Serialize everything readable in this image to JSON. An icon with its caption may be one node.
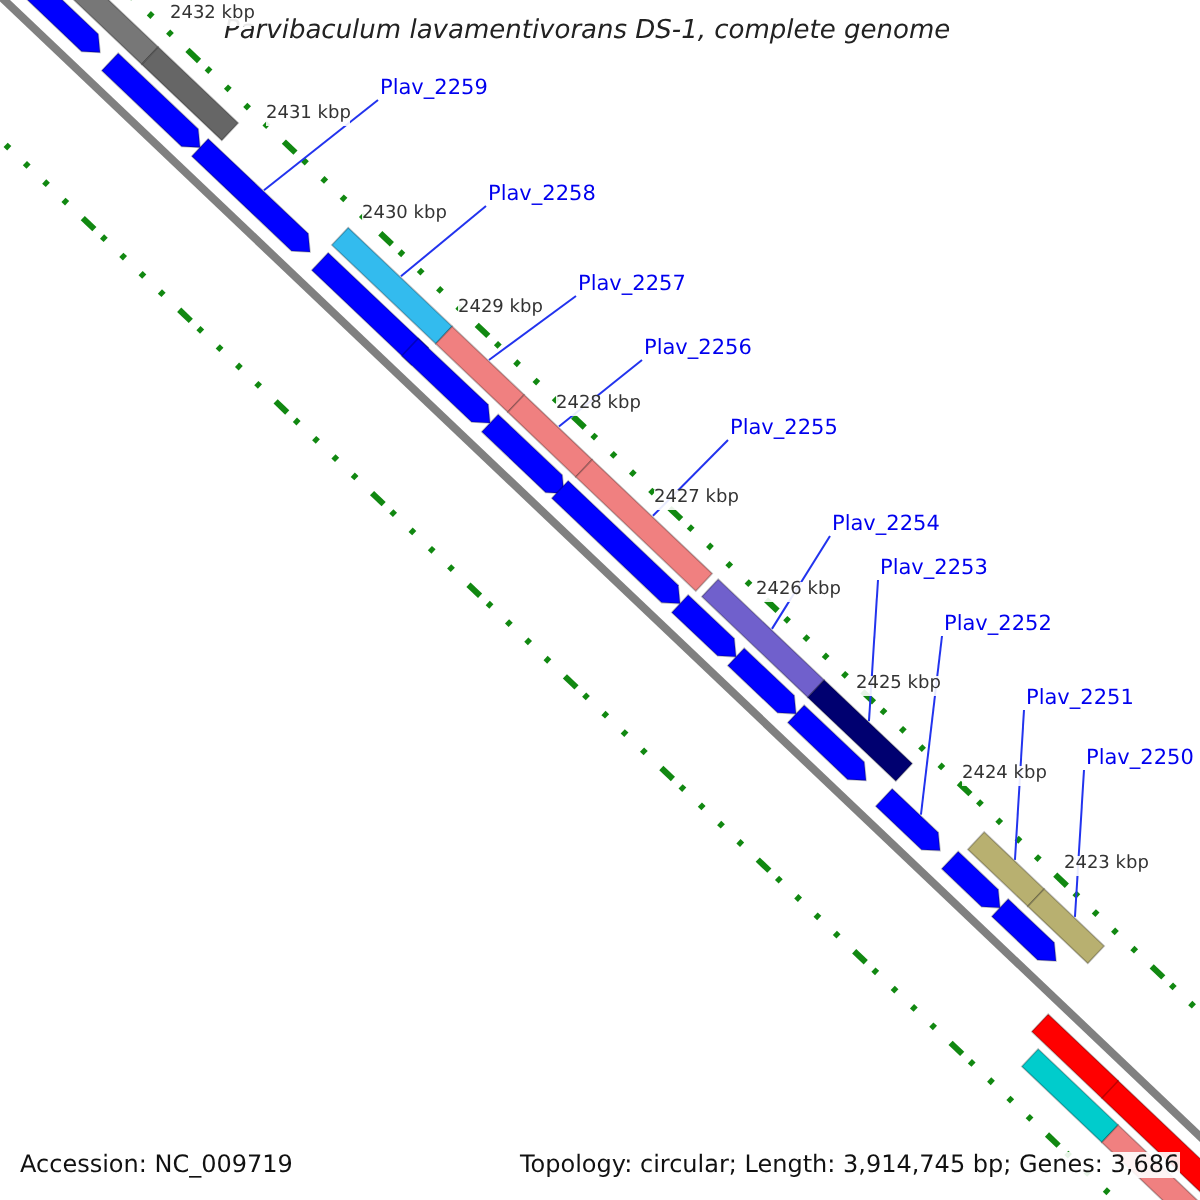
{
  "diagram": {
    "title": "Parvibaculum lavamentivorans DS-1, complete genome",
    "nodes": [
      {
        "text": [
          "Plav_2259"
        ]
      },
      {
        "text": [
          "Plav_2258"
        ]
      },
      {
        "text": [
          "Plav_2257"
        ]
      },
      {
        "text": [
          "Plav_2256"
        ]
      },
      {
        "text": [
          "Plav_2255"
        ]
      },
      {
        "text": [
          "Plav_2254"
        ]
      },
      {
        "text": [
          "Plav_2253"
        ]
      },
      {
        "text": [
          "Plav_2252"
        ]
      },
      {
        "text": [
          "Plav_2251"
        ]
      },
      {
        "text": [
          "Plav_2250"
        ]
      },
      {
        "text": [],
        "shape": "arrow"
      },
      {
        "text": [],
        "shape": "bar"
      },
      {
        "text": [],
        "shape": "bar"
      },
      {
        "text": [],
        "shape": "bar"
      },
      {
        "text": [],
        "shape": "bar"
      },
      {
        "text": [],
        "shape": "bar"
      },
      {
        "text": [],
        "shape": "bar"
      },
      {
        "text": [],
        "shape": "arrow"
      },
      {
        "text": [],
        "shape": "bar"
      },
      {
        "text": [],
        "shape": "bar"
      },
      {
        "text": [],
        "shape": "arrow"
      },
      {
        "text": [],
        "shape": "arrow"
      },
      {
        "text": [],
        "shape": "bar"
      },
      {
        "text": [],
        "shape": "bar"
      },
      {
        "text": [],
        "shape": "arrow"
      },
      {
        "text": [],
        "shape": "arrow"
      },
      {
        "text": [],
        "shape": "arrow"
      },
      {
        "text": [],
        "shape": "arrow"
      },
      {
        "text": [],
        "shape": "arrow"
      },
      {
        "text": [],
        "shape": "arrow"
      },
      {
        "text": [],
        "shape": "arrow"
      },
      {
        "text": [],
        "shape": "arrow"
      },
      {
        "text": [],
        "shape": "arrow"
      },
      {
        "text": [],
        "shape": "arrow"
      },
      {
        "text": [],
        "shape": "arrow"
      },
      {
        "text": [],
        "shape": "bar"
      },
      {
        "text": [],
        "shape": "bar"
      }
    ],
    "edges": [
      {
        "from": 0,
        "to": 10,
        "arrow": "none"
      },
      {
        "from": 1,
        "to": 11,
        "arrow": "none"
      },
      {
        "from": 2,
        "to": 12,
        "arrow": "none"
      },
      {
        "from": 3,
        "to": 13,
        "arrow": "none"
      },
      {
        "from": 4,
        "to": 14,
        "arrow": "none"
      },
      {
        "from": 5,
        "to": 15,
        "arrow": "none"
      },
      {
        "from": 6,
        "to": 16,
        "arrow": "none"
      },
      {
        "from": 7,
        "to": 17,
        "arrow": "none"
      },
      {
        "from": 8,
        "to": 18,
        "arrow": "none"
      },
      {
        "from": 9,
        "to": 19,
        "arrow": "none"
      }
    ],
    "labels": [
      "2432 kbp",
      "2431 kbp",
      "2430 kbp",
      "2429 kbp",
      "2428 kbp",
      "2427 kbp",
      "2426 kbp",
      "2425 kbp",
      "2424 kbp",
      "2423 kbp",
      "Accession: NC_009719",
      "Topology: circular; Length: 3,914,745 bp; Genes: 3,686"
    ]
  }
}
